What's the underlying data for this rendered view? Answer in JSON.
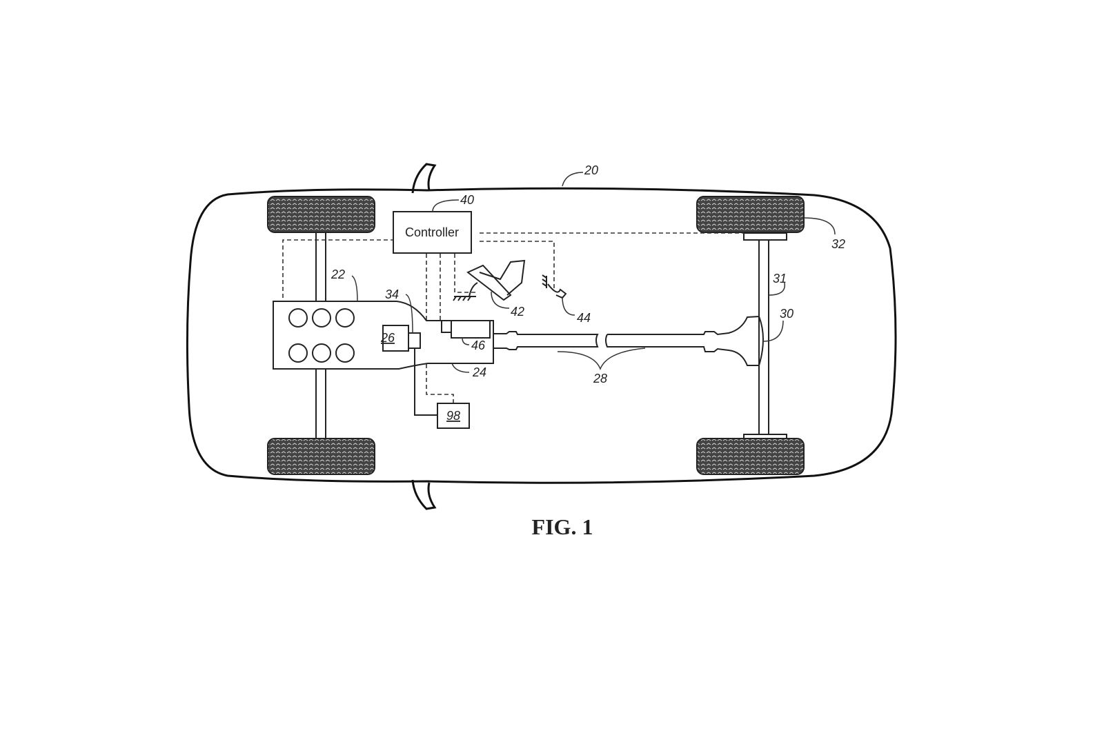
{
  "figure": {
    "caption": "FIG. 1",
    "controller_label": "Controller",
    "refs": {
      "vehicle": "20",
      "engine": "22",
      "transmission": "24",
      "motor": "26",
      "driveshaft": "28",
      "differential": "30",
      "axle": "31",
      "wheel": "32",
      "clutch": "34",
      "controller": "40",
      "accelerator_pedal": "42",
      "brake_pedal": "44",
      "sensor": "46",
      "battery": "98"
    }
  }
}
